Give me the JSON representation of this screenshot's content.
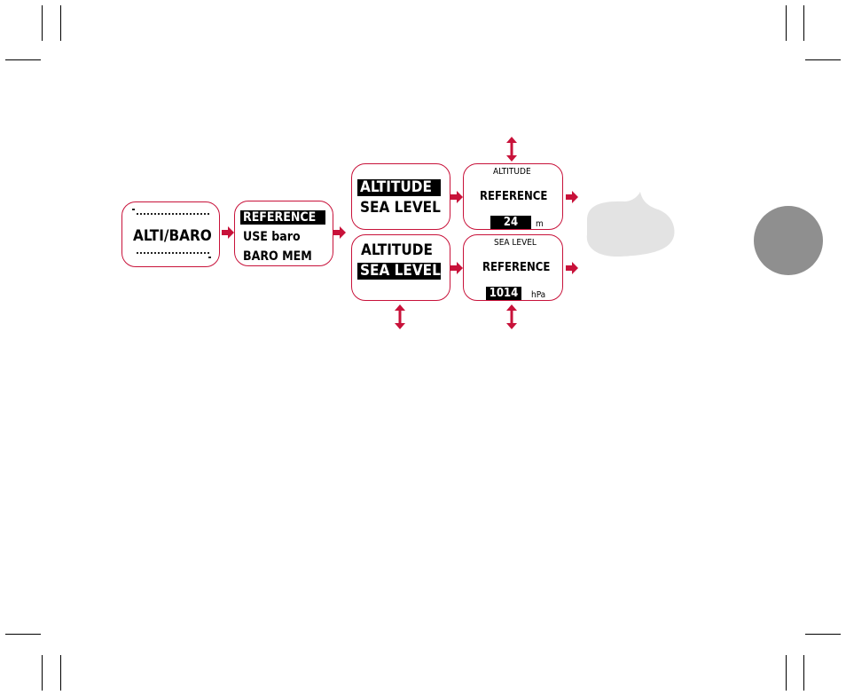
{
  "colors": {
    "accent": "#c8123a",
    "bubble": "#e3e3e3",
    "circle": "#8f8f8f"
  },
  "screens": {
    "mode": {
      "title": "ALTI/BARO"
    },
    "menu": {
      "items": [
        "REFERENCE",
        "USE baro",
        "BARO MEM"
      ],
      "selected": 0
    },
    "ref_altitude": {
      "items": [
        "ALTITUDE",
        "SEA LEVEL"
      ],
      "selected": 0
    },
    "ref_sealevel": {
      "items": [
        "ALTITUDE",
        "SEA LEVEL"
      ],
      "selected": 1
    },
    "alt_reference": {
      "header": "ALTITUDE",
      "label": "REFERENCE",
      "value": "24",
      "unit": "m"
    },
    "sea_reference": {
      "header": "SEA LEVEL",
      "label": "REFERENCE",
      "value": "1014",
      "unit": "hPa"
    }
  }
}
